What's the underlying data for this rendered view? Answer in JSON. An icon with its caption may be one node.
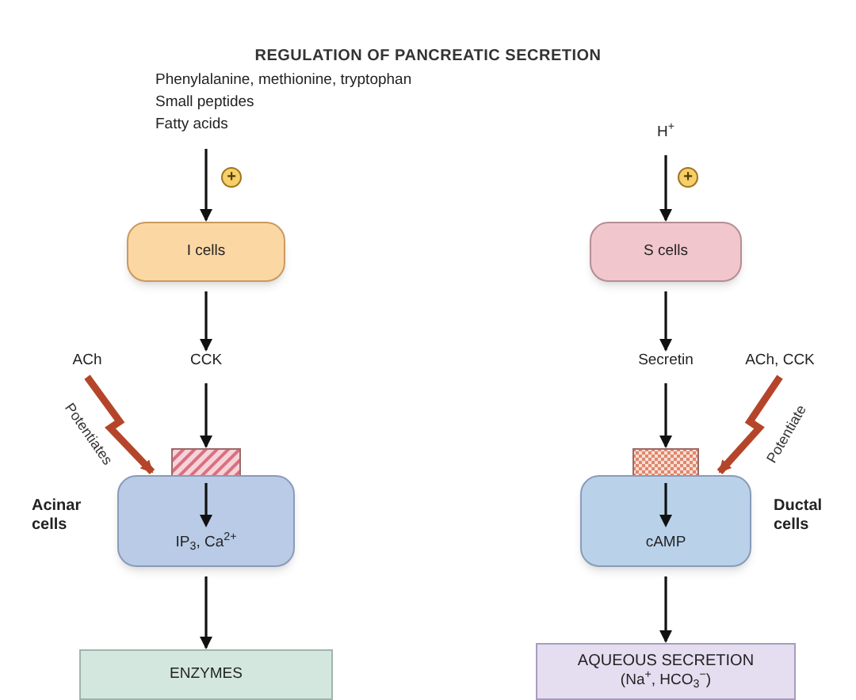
{
  "diagram": {
    "title": "REGULATION OF PANCREATIC SECRETION",
    "nodes": [
      {
        "text": [
          "Phenylalanine, methionine, tryptophan",
          "Small peptides",
          "Fatty acids"
        ]
      },
      {
        "text": [
          "I cells"
        ]
      },
      {
        "text": [
          "CCK"
        ]
      },
      {
        "text": [],
        "shape": "box"
      },
      {
        "text": [
          "IP$_{3}$, Ca$^{2+}$"
        ],
        "beside": [
          "Acinar cells"
        ]
      },
      {
        "text": [
          "ENZYMES"
        ]
      },
      {
        "text": [
          "ACh"
        ]
      },
      {
        "text": [
          "H$^{+}$"
        ]
      },
      {
        "text": [
          "S cells"
        ]
      },
      {
        "text": [
          "Secretin"
        ]
      },
      {
        "text": [],
        "shape": "box"
      },
      {
        "text": [
          "cAMP"
        ],
        "beside": [
          "Ductal cells"
        ]
      },
      {
        "text": [
          "AQUEOUS SECRETION",
          "(Na$^{+}$, HCO$_{3}$$^{−}$)"
        ]
      },
      {
        "text": [
          "ACh, CCK"
        ]
      }
    ],
    "edges": [
      {
        "from": 0,
        "to": 1,
        "arrow": "to",
        "label": "+"
      },
      {
        "from": 1,
        "to": 2,
        "arrow": "to"
      },
      {
        "from": 2,
        "to": 3,
        "arrow": "to"
      },
      {
        "from": 4,
        "to": 5,
        "arrow": "to"
      },
      {
        "from": 6,
        "to": 4,
        "arrow": "to",
        "label": "Potentiates",
        "style": "thick",
        "color": "#b5452a"
      },
      {
        "from": 7,
        "to": 8,
        "arrow": "to",
        "label": "+"
      },
      {
        "from": 8,
        "to": 9,
        "arrow": "to"
      },
      {
        "from": 9,
        "to": 10,
        "arrow": "to"
      },
      {
        "from": 11,
        "to": 12,
        "arrow": "to"
      },
      {
        "from": 13,
        "to": 11,
        "arrow": "to",
        "label": "Potentiate",
        "style": "thick",
        "color": "#b5452a"
      }
    ]
  }
}
